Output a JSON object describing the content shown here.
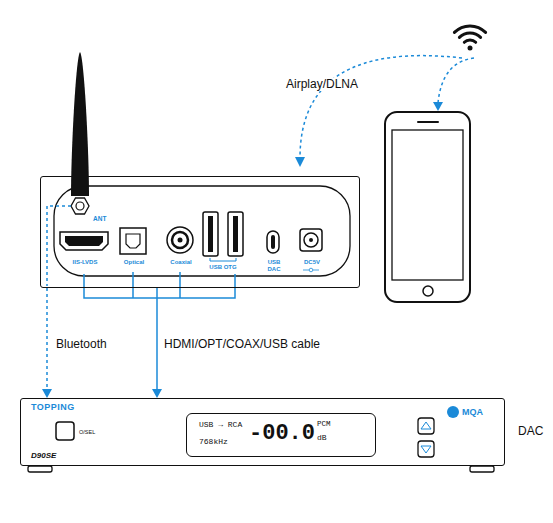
{
  "diagram": {
    "nodes": [
      {
        "text": [
          "ANT",
          "IIS-LVDS",
          "Optical",
          "Coaxial",
          "USB OTG",
          "USB DAC",
          "DC5V"
        ]
      },
      {
        "text": [
          "TOPPING",
          "O/SEL",
          "D90SE",
          "MQA",
          "DAC"
        ]
      },
      {
        "text": [
          "USB → RCA",
          "768kHz",
          "-00.0",
          "PCM",
          "dB"
        ],
        "in": 1
      }
    ],
    "edges": [
      {
        "from": 0,
        "to": 1,
        "arrow": "to",
        "label": "Bluetooth"
      },
      {
        "from": 0,
        "to": 1,
        "arrow": "to",
        "label": "HDMI/OPT/COAX/USB cable"
      }
    ],
    "labels": [
      "Airplay/DLNA"
    ]
  }
}
